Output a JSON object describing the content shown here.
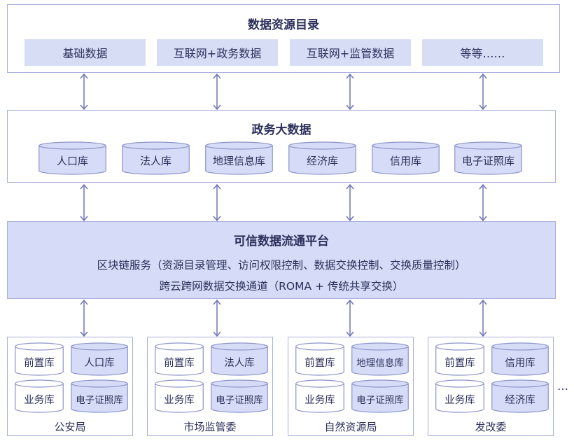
{
  "catalog": {
    "title": "数据资源目录",
    "items": [
      "基础数据",
      "互联网+政务数据",
      "互联网+监管数据",
      "等等……"
    ]
  },
  "bigdata": {
    "title": "政务大数据",
    "items": [
      "人口库",
      "法人库",
      "地理信息库",
      "经济库",
      "信用库",
      "电子证照库"
    ]
  },
  "platform": {
    "title": "可信数据流通平台",
    "line1": "区块链服务（资源目录管理、访问权限控制、数据交换控制、交换质量控制）",
    "line2": "跨云跨网数据交换通道（ROMA + 传统共享交换）"
  },
  "departments": [
    {
      "name": "公安局",
      "dbs": [
        "前置库",
        "人口库",
        "业务库",
        "电子证照库"
      ]
    },
    {
      "name": "市场监管委",
      "dbs": [
        "前置库",
        "法人库",
        "业务库",
        "电子证照库"
      ]
    },
    {
      "name": "自然资源局",
      "dbs": [
        "前置库",
        "地理信息库",
        "业务库",
        "电子证照库"
      ]
    },
    {
      "name": "发改委",
      "dbs": [
        "前置库",
        "信用库",
        "业务库",
        "经济库"
      ]
    }
  ],
  "ellipsis": "…",
  "colors": {
    "border": "#a9aedb",
    "fill": "#d6dcf7",
    "text": "#2b2f5a",
    "arrow": "#6f76b8"
  }
}
